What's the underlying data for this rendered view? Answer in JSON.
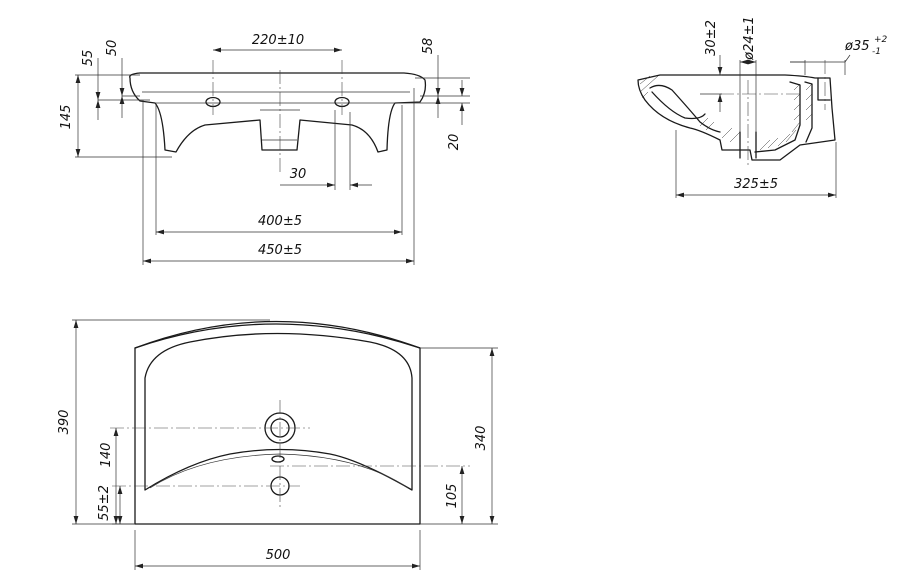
{
  "front_view": {
    "dims": {
      "d55": "55",
      "d50": "50",
      "d220": "220±10",
      "d58": "58",
      "d145": "145",
      "d20": "20",
      "d30": "30",
      "d400": "400±5",
      "d450": "450±5"
    }
  },
  "side_view": {
    "dims": {
      "d30": "30±2",
      "d24": "ø24±1",
      "d35": "ø35",
      "d35_tol_upper": "+2",
      "d35_tol_lower": "-1",
      "d325": "325±5"
    }
  },
  "plan_view": {
    "dims": {
      "d390": "390",
      "d340": "340",
      "d140": "140",
      "d55": "55±2",
      "d105": "105",
      "d500": "500"
    }
  }
}
